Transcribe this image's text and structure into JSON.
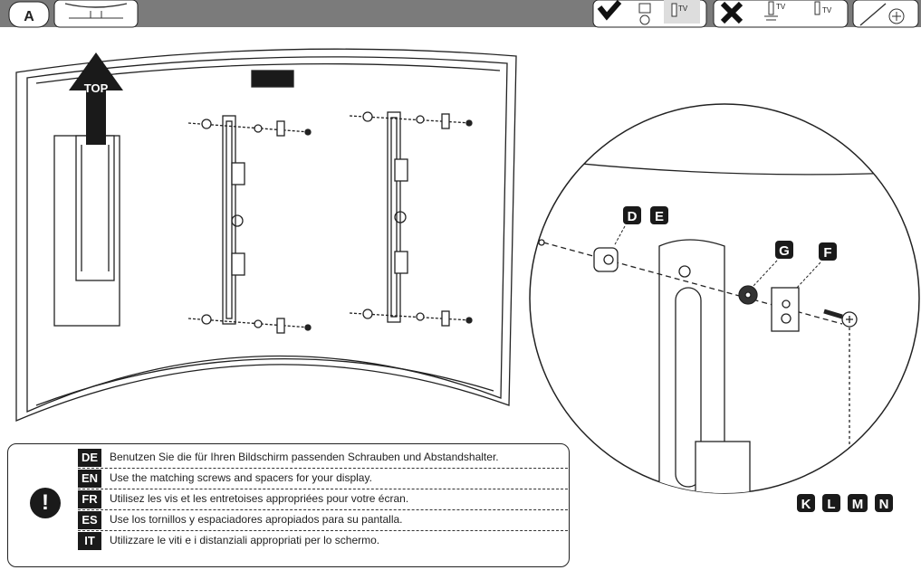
{
  "header": {
    "step_label": "A",
    "icon_tv_1": "TV",
    "icon_tv_2": "TV",
    "icon_tv_3": "TV"
  },
  "diagram": {
    "top_label": "TOP",
    "callout_de": "D",
    "callout_e": "E",
    "callout_g": "G",
    "callout_f": "F",
    "callout_k": "K",
    "callout_l": "L",
    "callout_m": "M",
    "callout_n": "N"
  },
  "notes": {
    "warning_icon": "!",
    "rows": [
      {
        "code": "DE",
        "text": "Benutzen Sie die für Ihren Bildschirm passenden Schrauben und Abstandshalter."
      },
      {
        "code": "EN",
        "text": "Use the matching screws and spacers for your display."
      },
      {
        "code": "FR",
        "text": "Utilisez les vis et les entretoises appropriées pour votre écran."
      },
      {
        "code": "ES",
        "text": "Use los tornillos y espaciadores apropiados para su pantalla."
      },
      {
        "code": "IT",
        "text": "Utilizzare le viti e i distanziali appropriati per lo schermo."
      }
    ]
  }
}
